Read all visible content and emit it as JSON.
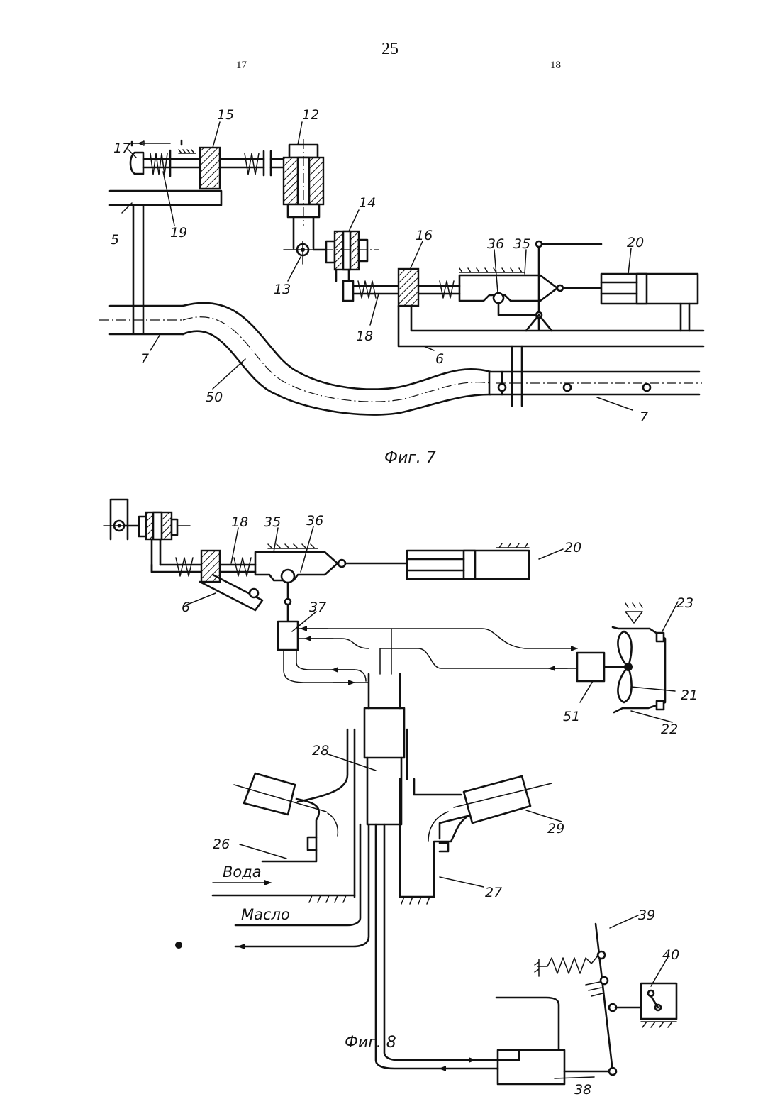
{
  "header": {
    "page_number": "25",
    "left_column": "17",
    "right_column": "18"
  },
  "figures": [
    {
      "caption": "Фиг. 7",
      "labels": [
        "17",
        "15",
        "12",
        "5",
        "19",
        "14",
        "13",
        "16",
        "36",
        "35",
        "20",
        "18",
        "7",
        "6",
        "50",
        "7"
      ]
    },
    {
      "caption": "Фиг. 8",
      "labels": [
        "18",
        "35",
        "36",
        "20",
        "6",
        "37",
        "23",
        "21",
        "51",
        "22",
        "28",
        "29",
        "26",
        "27",
        "39",
        "40",
        "38"
      ],
      "flow_labels": {
        "water": "Вода",
        "oil": "Масло"
      }
    }
  ]
}
